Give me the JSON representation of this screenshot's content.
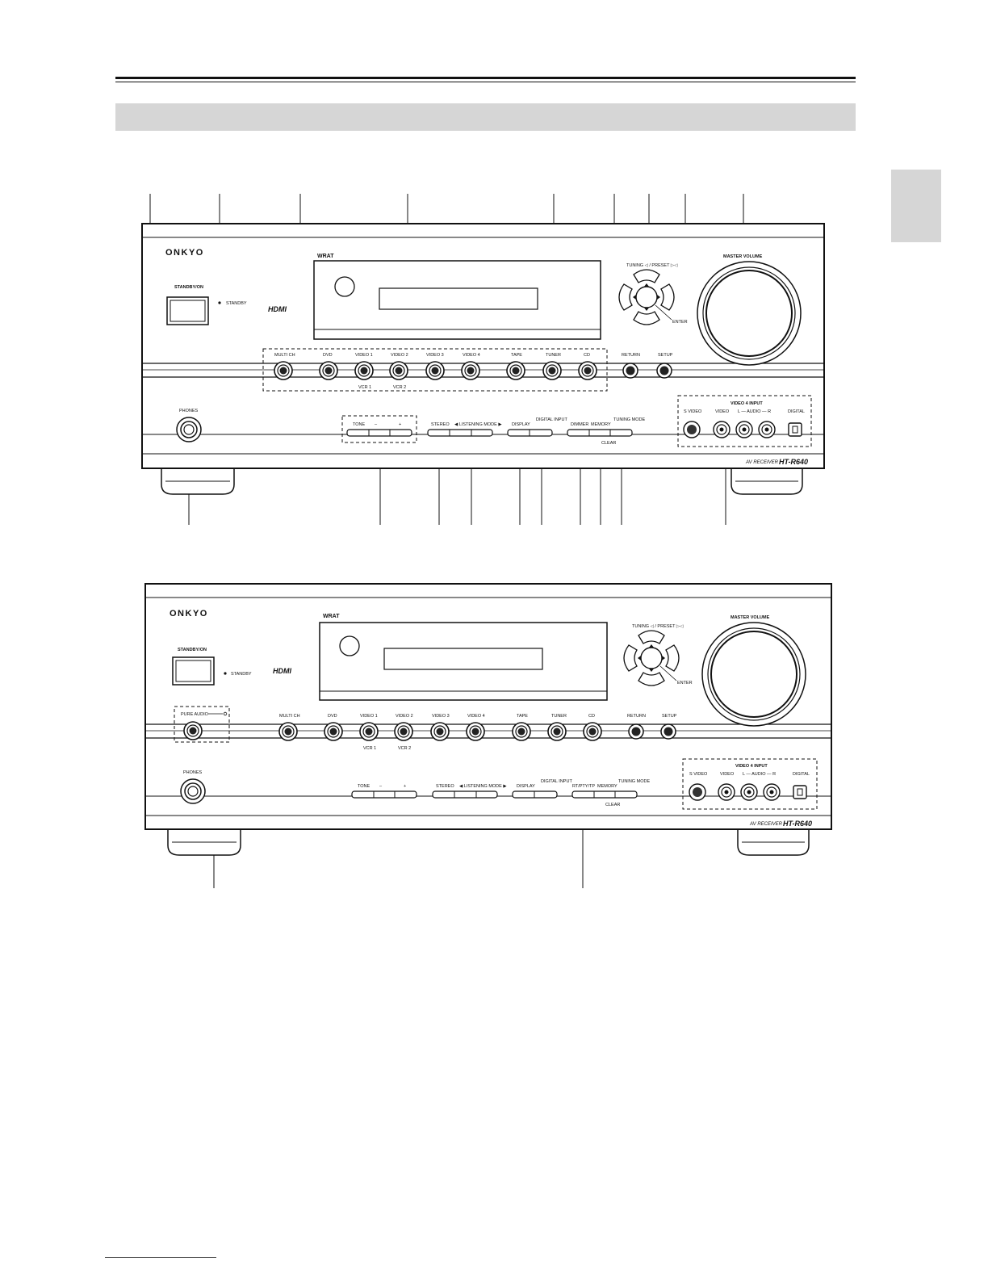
{
  "receiver": {
    "brand": "ONKYO",
    "hdmi": "HDMI",
    "wrat": "WRAT",
    "standby_on": "STANDBY/ON",
    "standby": "STANDBY",
    "tuning_preset": "TUNING ◁ / PRESET ▷◁",
    "enter": "ENTER",
    "master_volume": "MASTER VOLUME",
    "model_prefix": "AV RECEIVER",
    "model": "HT-R640",
    "phones": "PHONES",
    "pure_audio": "PURE AUDIO",
    "selectors": [
      "MULTI CH",
      "DVD",
      "VIDEO 1",
      "VIDEO 2",
      "VIDEO 3",
      "VIDEO 4",
      "TAPE",
      "TUNER",
      "CD",
      "RETURN",
      "SETUP"
    ],
    "vcr1": "VCR 1",
    "vcr2": "VCR 2",
    "tone": "TONE",
    "minus": "–",
    "plus": "+",
    "stereo": "STEREO",
    "listening_mode": "◀ LISTENING MODE ▶",
    "display": "DISPLAY",
    "digital_input": "DIGITAL INPUT",
    "dimmer": "DIMMER",
    "memory": "MEMORY",
    "rt_pty_tp": "RT/PTY/TP",
    "tuning_mode": "TUNING MODE",
    "clear": "CLEAR",
    "video4_input": "VIDEO 4 INPUT",
    "s_video": "S VIDEO",
    "video": "VIDEO",
    "audio_lr": "L — AUDIO — R",
    "digital": "DIGITAL"
  }
}
